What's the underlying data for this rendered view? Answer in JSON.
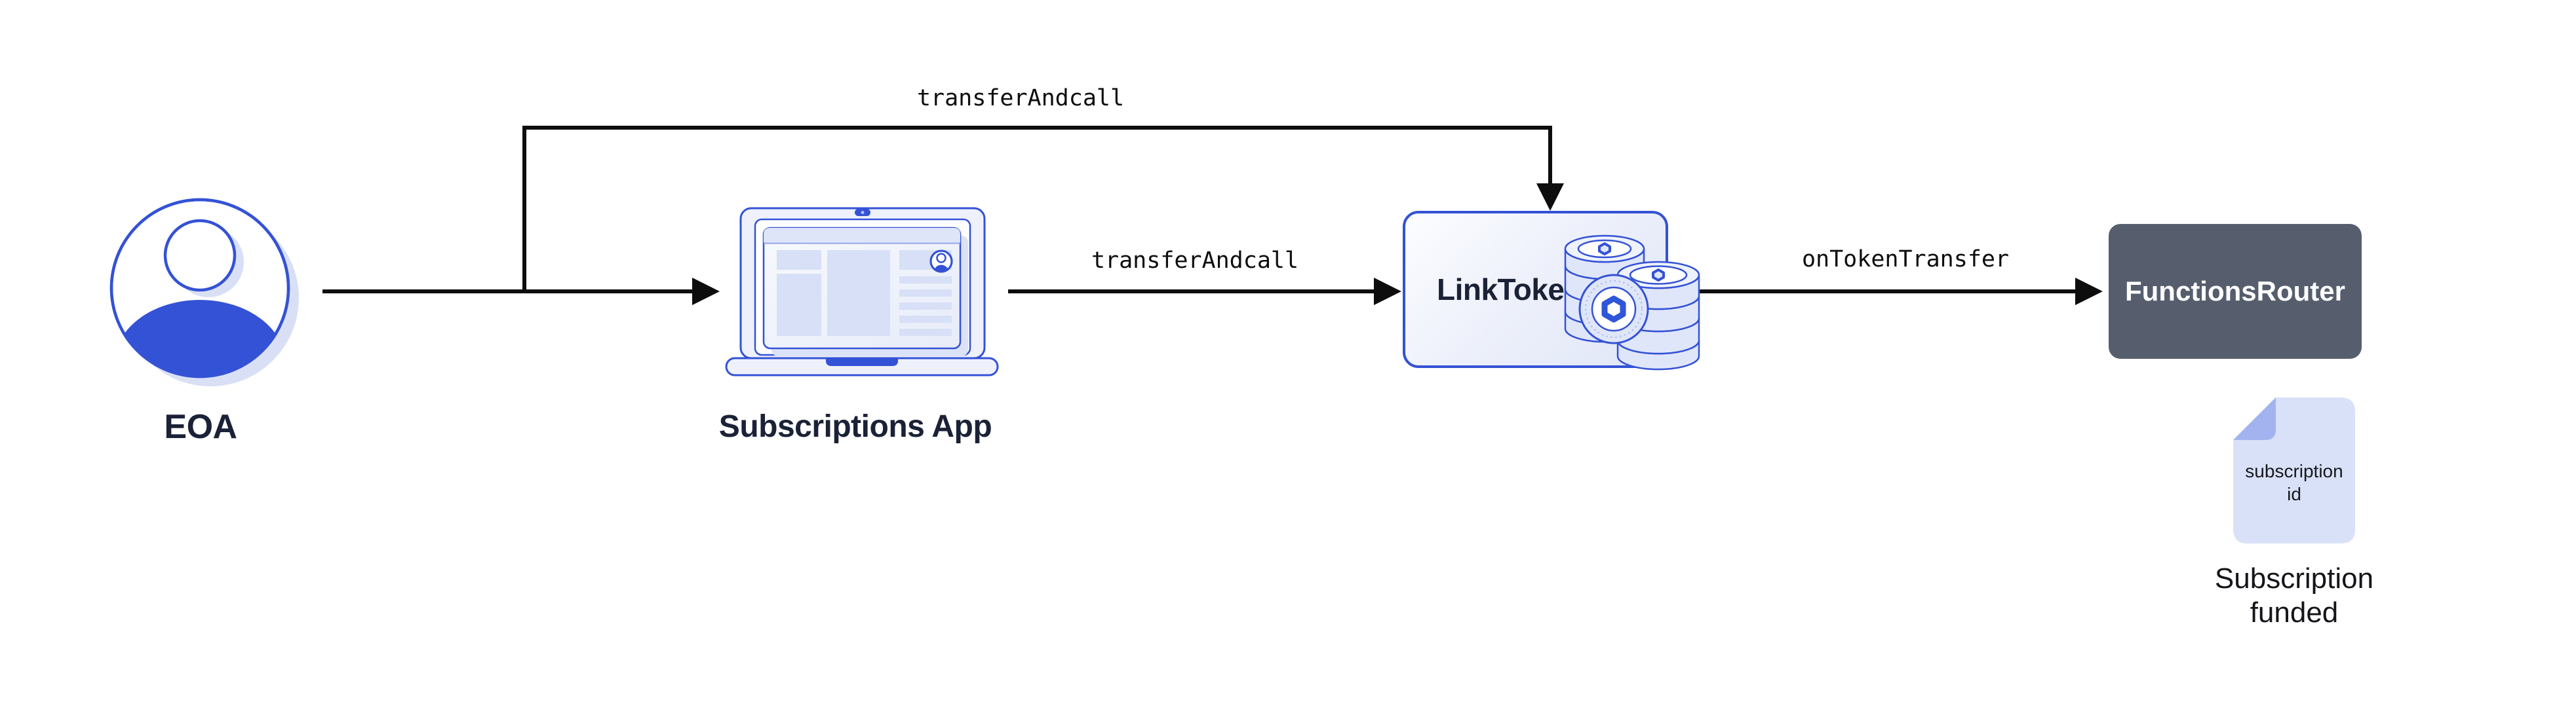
{
  "colors": {
    "accent": "#3452d5",
    "navy": "#1b2237",
    "black": "#0d0d0d",
    "slate": "#565e6e",
    "light_fill": "#dfe6f9",
    "shadow_fill": "#d9e0f5",
    "doc_body": "#d9e1f8",
    "doc_fold": "#a2b3ef"
  },
  "nodes": {
    "eoa": {
      "label": "EOA"
    },
    "app": {
      "label": "Subscriptions App"
    },
    "link_token": {
      "label": "LinkToken"
    },
    "functions_router": {
      "label": "FunctionsRouter"
    },
    "subscription_doc": {
      "doc_text": "subscription id",
      "caption": "Subscription funded"
    }
  },
  "edges": {
    "eoa_to_link_token": {
      "label": "transferAndcall"
    },
    "app_to_link_token": {
      "label": "transferAndcall"
    },
    "link_token_to_router": {
      "label": "onTokenTransfer"
    }
  }
}
